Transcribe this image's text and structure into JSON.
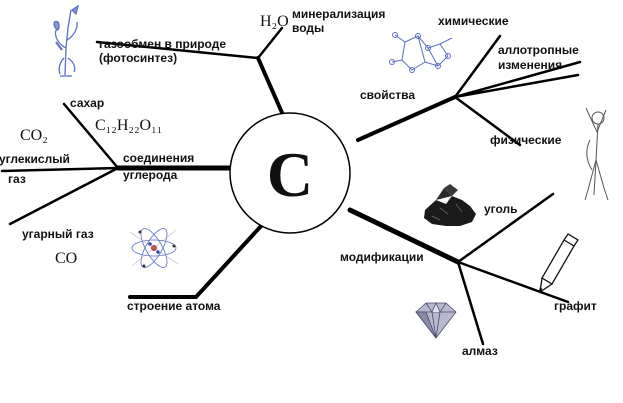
{
  "center": {
    "symbol": "C"
  },
  "labels": {
    "photosynthesis_1": "газообмен в природе",
    "photosynthesis_2": "(фотосинтез)",
    "mineral_1": "минерализация",
    "mineral_2": "воды",
    "properties": "свойства",
    "chemical": "химические",
    "allotropic_1": "аллотропные",
    "allotropic_2": "изменения",
    "physical": "физические",
    "compounds_1": "соединения",
    "compounds_2": "углерода",
    "sugar": "сахар",
    "co2_name_1": "углекислый",
    "co2_name_2": "газ",
    "co_name": "угарный газ",
    "atom_structure": "строение атома",
    "modifications": "модификации",
    "coal": "уголь",
    "graphite": "графит",
    "diamond": "алмаз"
  },
  "formulas": {
    "water": "H₂O",
    "co2": "CO₂",
    "sugar": "C₁₂H₂₂O₁₁",
    "co": "CO"
  },
  "colors": {
    "line": "#000000",
    "sketch_blue": "#5b6fc4",
    "coal": "#1a1a1a",
    "diamond": "#7a7a9a"
  },
  "icons": {
    "plant": "plant-sketch-icon",
    "molecule": "molecule-network-icon",
    "person": "person-sketch-icon",
    "atom": "atom-model-icon",
    "coal": "coal-pile-icon",
    "pencil": "pencil-icon",
    "diamond": "diamond-icon"
  }
}
